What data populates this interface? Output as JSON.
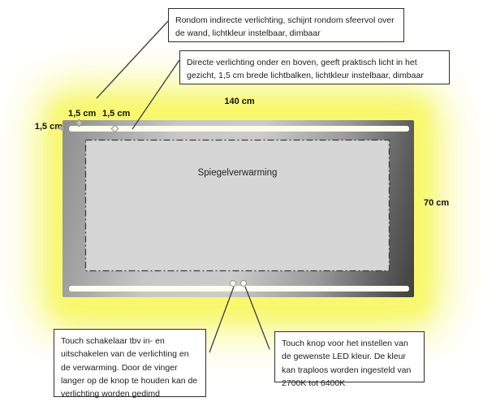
{
  "diagram": {
    "mirror_label": "Spiegelverwarming",
    "measurements": {
      "width": "140 cm",
      "height": "70 cm",
      "strip_left": "1,5 cm",
      "strip_top_1": "1,5 cm",
      "strip_top_2": "1,5 cm"
    },
    "annotations": {
      "indirect_light": "Rondom indirecte verlichting, schijnt rondom sfeervol over de wand, lichtkleur instelbaar, dimbaar",
      "direct_light": "Directe verlichting onder en boven, geeft praktisch licht in het gezicht, 1,5 cm brede lichtbalken, lichtkleur instelbaar, dimbaar",
      "touch_switch": "Touch schakelaar tbv in- en uitschakelen van de verlichting en de verwarming. Door de vinger langer op de knop te houden kan de verlichting worden gedimd",
      "touch_color": "Touch knop voor het instellen van de gewenste LED kleur. De kleur kan traploos worden ingesteld van 2700K tot 6400K"
    },
    "colors": {
      "glow": "#f6f65e",
      "mirror_dark": "#3f3f3f",
      "mirror_light": "#cbcbcb",
      "heating_fill": "#d6d6d6",
      "light_strip": "#fffdee",
      "box_border": "#2e2e2e",
      "leader_line": "#3c3c3c"
    }
  }
}
